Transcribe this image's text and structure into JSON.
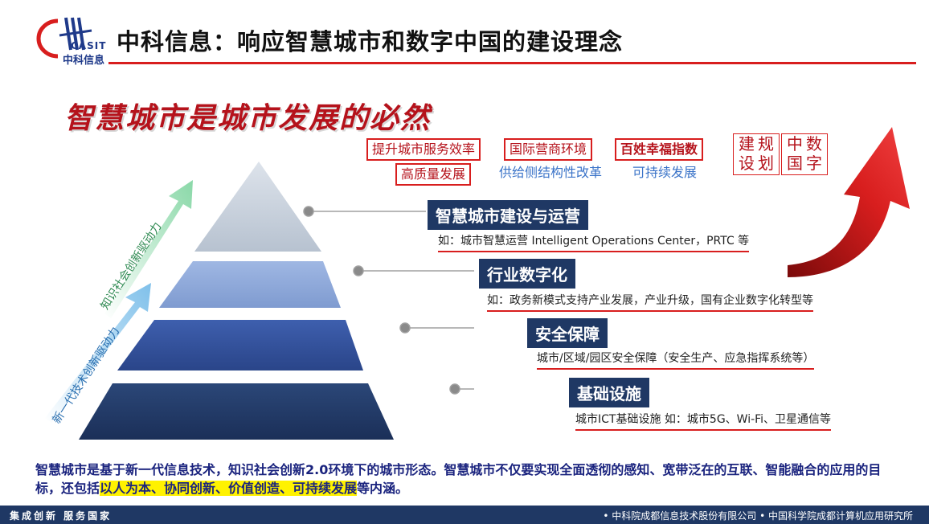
{
  "header": {
    "logo_text_en": "CASIT",
    "logo_text_cn": "中科信息",
    "title": "中科信息：响应智慧城市和数字中国的建设理念"
  },
  "banner": "智慧城市是城市发展的必然",
  "tags": {
    "row1": [
      "提升城市服务效率",
      "国际营商环境",
      "百姓幸福指数"
    ],
    "row2_red": "高质量发展",
    "row2_blue": [
      "供给侧结构性改革",
      "可持续发展"
    ]
  },
  "vertical_boxes": {
    "box1": [
      "建",
      "设",
      "规",
      "划"
    ],
    "box2": [
      "数",
      "字",
      "中",
      "国"
    ]
  },
  "pyramid": {
    "levels": [
      {
        "title": "智慧城市建设与运营",
        "desc": "如：城市智慧运营 Intelligent Operations Center，PRTC 等"
      },
      {
        "title": "行业数字化",
        "desc": "如：政务新模式支持产业发展，产业升级，国有企业数字化转型等"
      },
      {
        "title": "安全保障",
        "desc": "城市/区域/园区安全保障（安全生产、应急指挥系统等）"
      },
      {
        "title": "基础设施",
        "desc": "城市ICT基础设施 如：城市5G、Wi-Fi、卫星通信等"
      }
    ],
    "arrow_upper": "知识社会创新驱动力",
    "arrow_lower": "新一代技术创新驱动力"
  },
  "paragraph": {
    "part1": "智慧城市是基于新一代信息技术，知识社会创新2.0环境下的城市形态。智慧城市不仅要实现全面透彻的感知、宽带泛在的互联、智能融合的应用的目标，还包括",
    "highlight": "以人为本、协同创新、价值创造、可持续发展",
    "part2": "等内涵。"
  },
  "footer": {
    "left": "集成创新  服务国家",
    "right": "• 中科院成都信息技术股份有限公司 • 中国科学院成都计算机应用研究所"
  },
  "colors": {
    "accent_red": "#d81e1e",
    "navy": "#1f3864",
    "pyramid_top": "#c5cdd8",
    "pyramid_l2": "#8fa9d9",
    "pyramid_l3": "#2f4f9a",
    "pyramid_base": "#1f3864"
  }
}
